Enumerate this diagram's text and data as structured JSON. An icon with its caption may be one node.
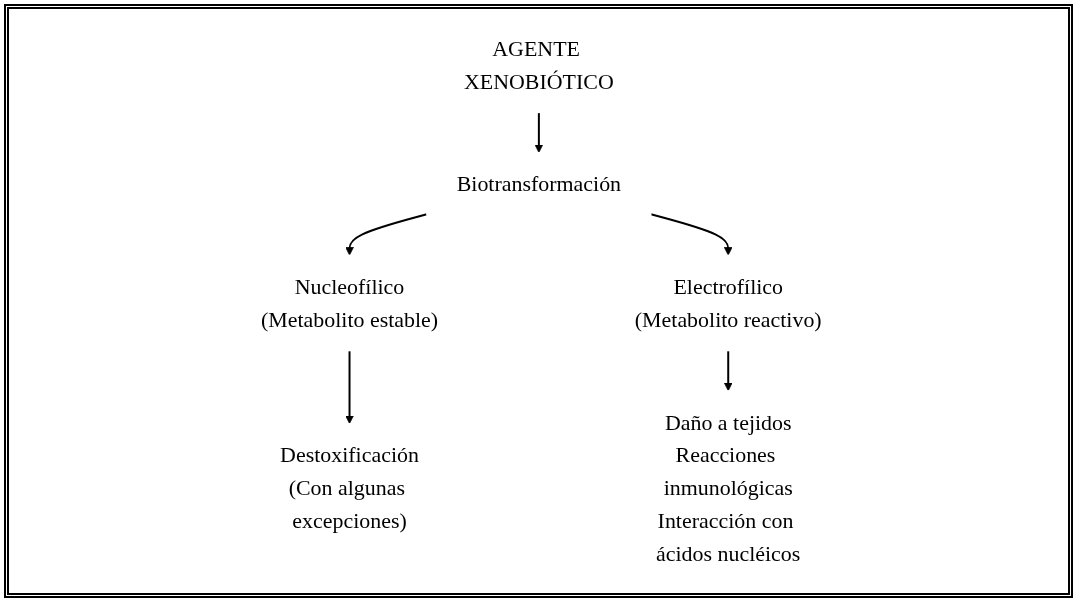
{
  "diagram": {
    "nodes": [
      {
        "text": [
          "AGENTE XENOBIÓTICO"
        ]
      },
      {
        "text": [
          "Biotransformación"
        ]
      },
      {
        "text": [
          "Nucleofílico",
          "(Metabolito estable)"
        ]
      },
      {
        "text": [
          "Electrofílico",
          "(Metabolito reactivo)"
        ]
      },
      {
        "text": [
          "Destoxificación",
          "(Con algunas excepciones)"
        ]
      },
      {
        "text": [
          "Daño a tejidos",
          "Reacciones inmunológicas",
          "Interacción con ácidos nucléicos"
        ]
      }
    ],
    "edges": [
      {
        "from": 0,
        "to": 1,
        "arrow": "to"
      },
      {
        "from": 1,
        "to": 2,
        "arrow": "to"
      },
      {
        "from": 1,
        "to": 3,
        "arrow": "to"
      },
      {
        "from": 2,
        "to": 4,
        "arrow": "to"
      },
      {
        "from": 3,
        "to": 5,
        "arrow": "to"
      }
    ]
  }
}
